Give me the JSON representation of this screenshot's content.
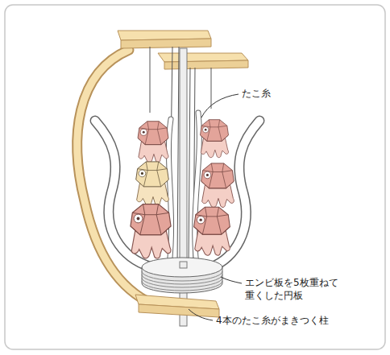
{
  "diagram": {
    "labels": [
      "たこ糸",
      "エンビ板を5枚重ねて 重くした円板",
      "4本のたこ糸がまきつく柱"
    ]
  }
}
